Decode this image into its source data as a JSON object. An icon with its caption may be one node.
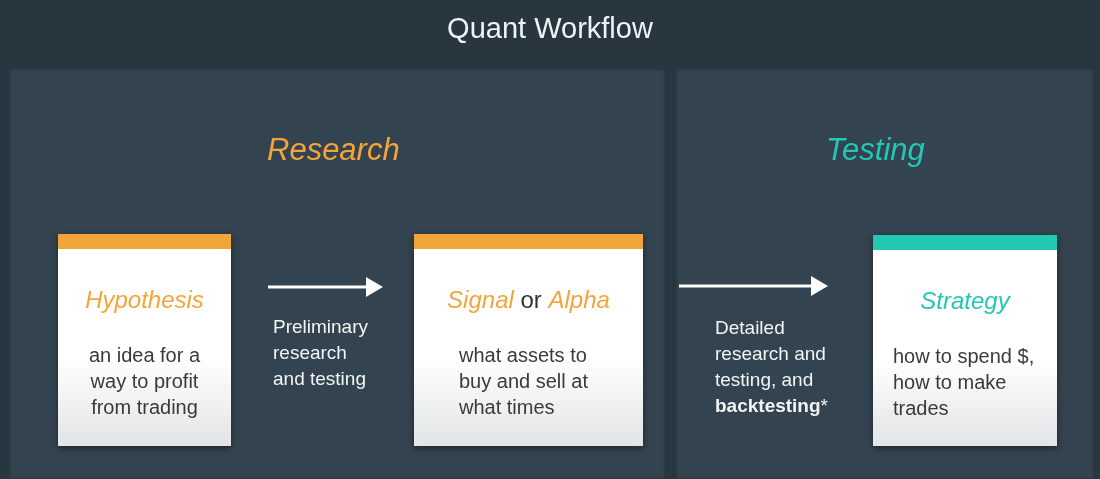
{
  "diagram": {
    "title": "Quant Workflow",
    "nodes": [
      {
        "text": [
          "Research"
        ]
      },
      {
        "text": [
          "Testing"
        ]
      },
      {
        "text": [
          "Hypothesis",
          "an idea for a way to profit from trading"
        ],
        "in": 0
      },
      {
        "text": [
          "*Signal* or *Alpha*",
          "what assets to buy and sell at what times"
        ],
        "in": 0
      },
      {
        "text": [
          "Strategy",
          "how to spend $, how to make trades"
        ],
        "in": 1
      }
    ],
    "edges": [
      {
        "from": 2,
        "to": 3,
        "arrow": "to",
        "label": "Preliminary research and testing"
      },
      {
        "from": 3,
        "to": 4,
        "arrow": "to",
        "label": "Detailed research and testing, and **backtesting***"
      }
    ]
  }
}
